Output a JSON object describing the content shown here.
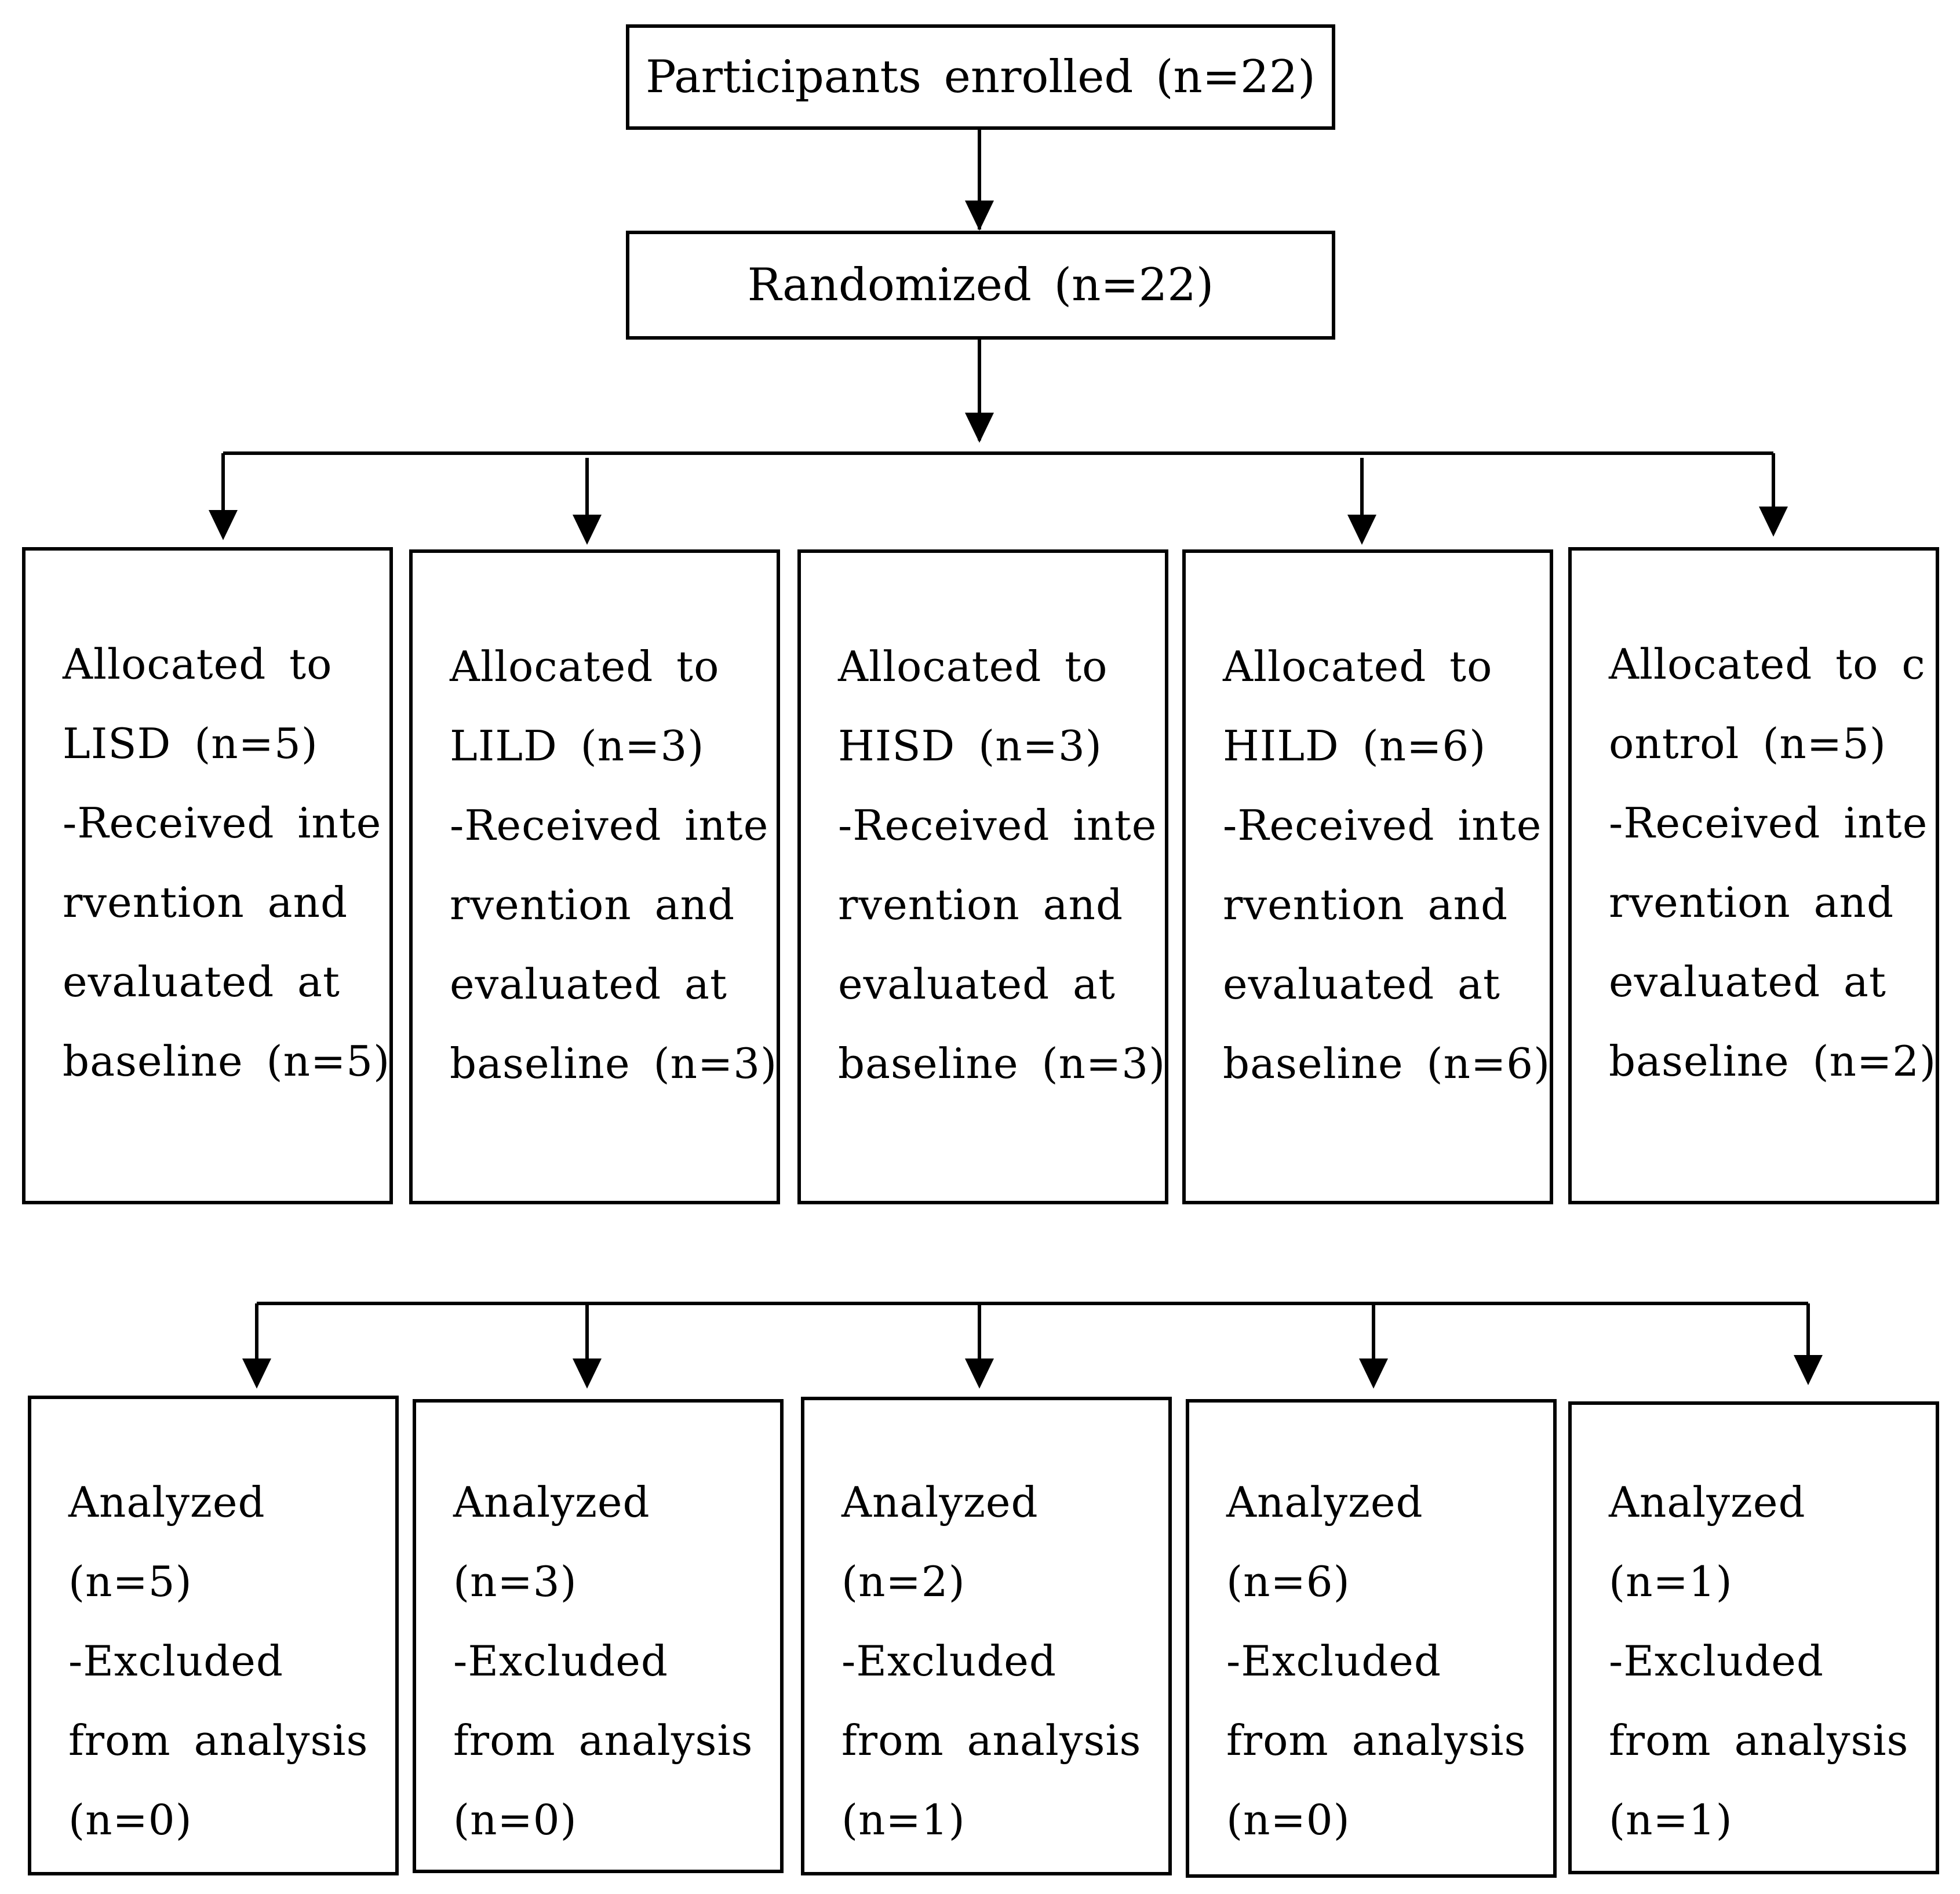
{
  "enrolled": {
    "label": "Participants enrolled (n=22)"
  },
  "randomized": {
    "label": "Randomized (n=22)"
  },
  "allocations": [
    {
      "lines": [
        "Allocated to",
        "LISD (n=5)",
        "-Received inte",
        "rvention and",
        "evaluated at",
        "baseline (n=5)"
      ]
    },
    {
      "lines": [
        "Allocated to",
        "LILD (n=3)",
        "-Received inte",
        "rvention and",
        "evaluated at",
        "baseline (n=3)"
      ]
    },
    {
      "lines": [
        "Allocated to",
        "HISD (n=3)",
        "-Received inte",
        "rvention and",
        "evaluated at",
        "baseline (n=3)"
      ]
    },
    {
      "lines": [
        "Allocated to",
        "HILD (n=6)",
        "-Received inte",
        "rvention and",
        "evaluated at",
        "baseline (n=6)"
      ]
    },
    {
      "lines": [
        "Allocated to c",
        "ontrol (n=5)",
        "-Received inte",
        "rvention and",
        "evaluated at",
        "baseline (n=2)"
      ]
    }
  ],
  "analyses": [
    {
      "lines": [
        "Analyzed",
        "(n=5)",
        "-Excluded",
        "from analysis",
        "(n=0)"
      ]
    },
    {
      "lines": [
        "Analyzed",
        "(n=3)",
        "-Excluded",
        "from analysis",
        "(n=0)"
      ]
    },
    {
      "lines": [
        "Analyzed",
        "(n=2)",
        "-Excluded",
        "from analysis",
        "(n=1)"
      ]
    },
    {
      "lines": [
        "Analyzed",
        "(n=6)",
        "-Excluded",
        "from analysis",
        "(n=0)"
      ]
    },
    {
      "lines": [
        "Analyzed",
        "(n=1)",
        "-Excluded",
        "from analysis",
        "(n=1)"
      ]
    }
  ]
}
